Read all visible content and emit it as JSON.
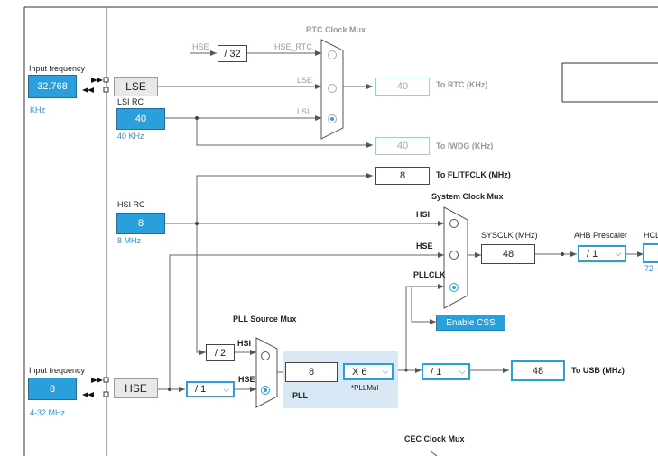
{
  "lse_input": {
    "title": "Input frequency",
    "value": "32.768",
    "unit": "KHz"
  },
  "lse": {
    "label": "LSE"
  },
  "lsi": {
    "title": "LSI RC",
    "value": "40",
    "sub": "40 KHz"
  },
  "rtc_mux": {
    "title": "RTC Clock Mux",
    "hse_in": "HSE",
    "div": "/ 32",
    "hse_rtc": "HSE_RTC",
    "lse": "LSE",
    "lsi": "LSI"
  },
  "to_rtc": {
    "value": "40",
    "label": "To RTC (KHz)"
  },
  "to_iwdg": {
    "value": "40",
    "label": "To IWDG (KHz)"
  },
  "to_flit": {
    "value": "8",
    "label": "To FLITFCLK (MHz)"
  },
  "hsi": {
    "title": "HSI RC",
    "value": "8",
    "sub": "8 MHz"
  },
  "sys_mux": {
    "title": "System Clock Mux",
    "hsi": "HSI",
    "hse": "HSE",
    "pllclk": "PLLCLK"
  },
  "sysclk": {
    "label": "SYSCLK (MHz)",
    "value": "48"
  },
  "ahb": {
    "label": "AHB Prescaler",
    "value": "/ 1"
  },
  "hclk": {
    "label": "HCL",
    "sub": "72"
  },
  "css": {
    "label": "Enable CSS"
  },
  "pll_mux": {
    "title": "PLL Source Mux",
    "div2": "/ 2",
    "hsi": "HSI",
    "hse": "HSE"
  },
  "pll": {
    "value": "8",
    "mul": "X 6",
    "mul_label": "*PLLMul",
    "label": "PLL"
  },
  "usb": {
    "div": "/ 1",
    "value": "48",
    "label": "To USB (MHz)"
  },
  "hse_input": {
    "title": "Input frequency",
    "value": "8",
    "range": "4-32 MHz"
  },
  "hse": {
    "label": "HSE",
    "div": "/ 1"
  },
  "cec": {
    "title": "CEC Clock Mux"
  }
}
